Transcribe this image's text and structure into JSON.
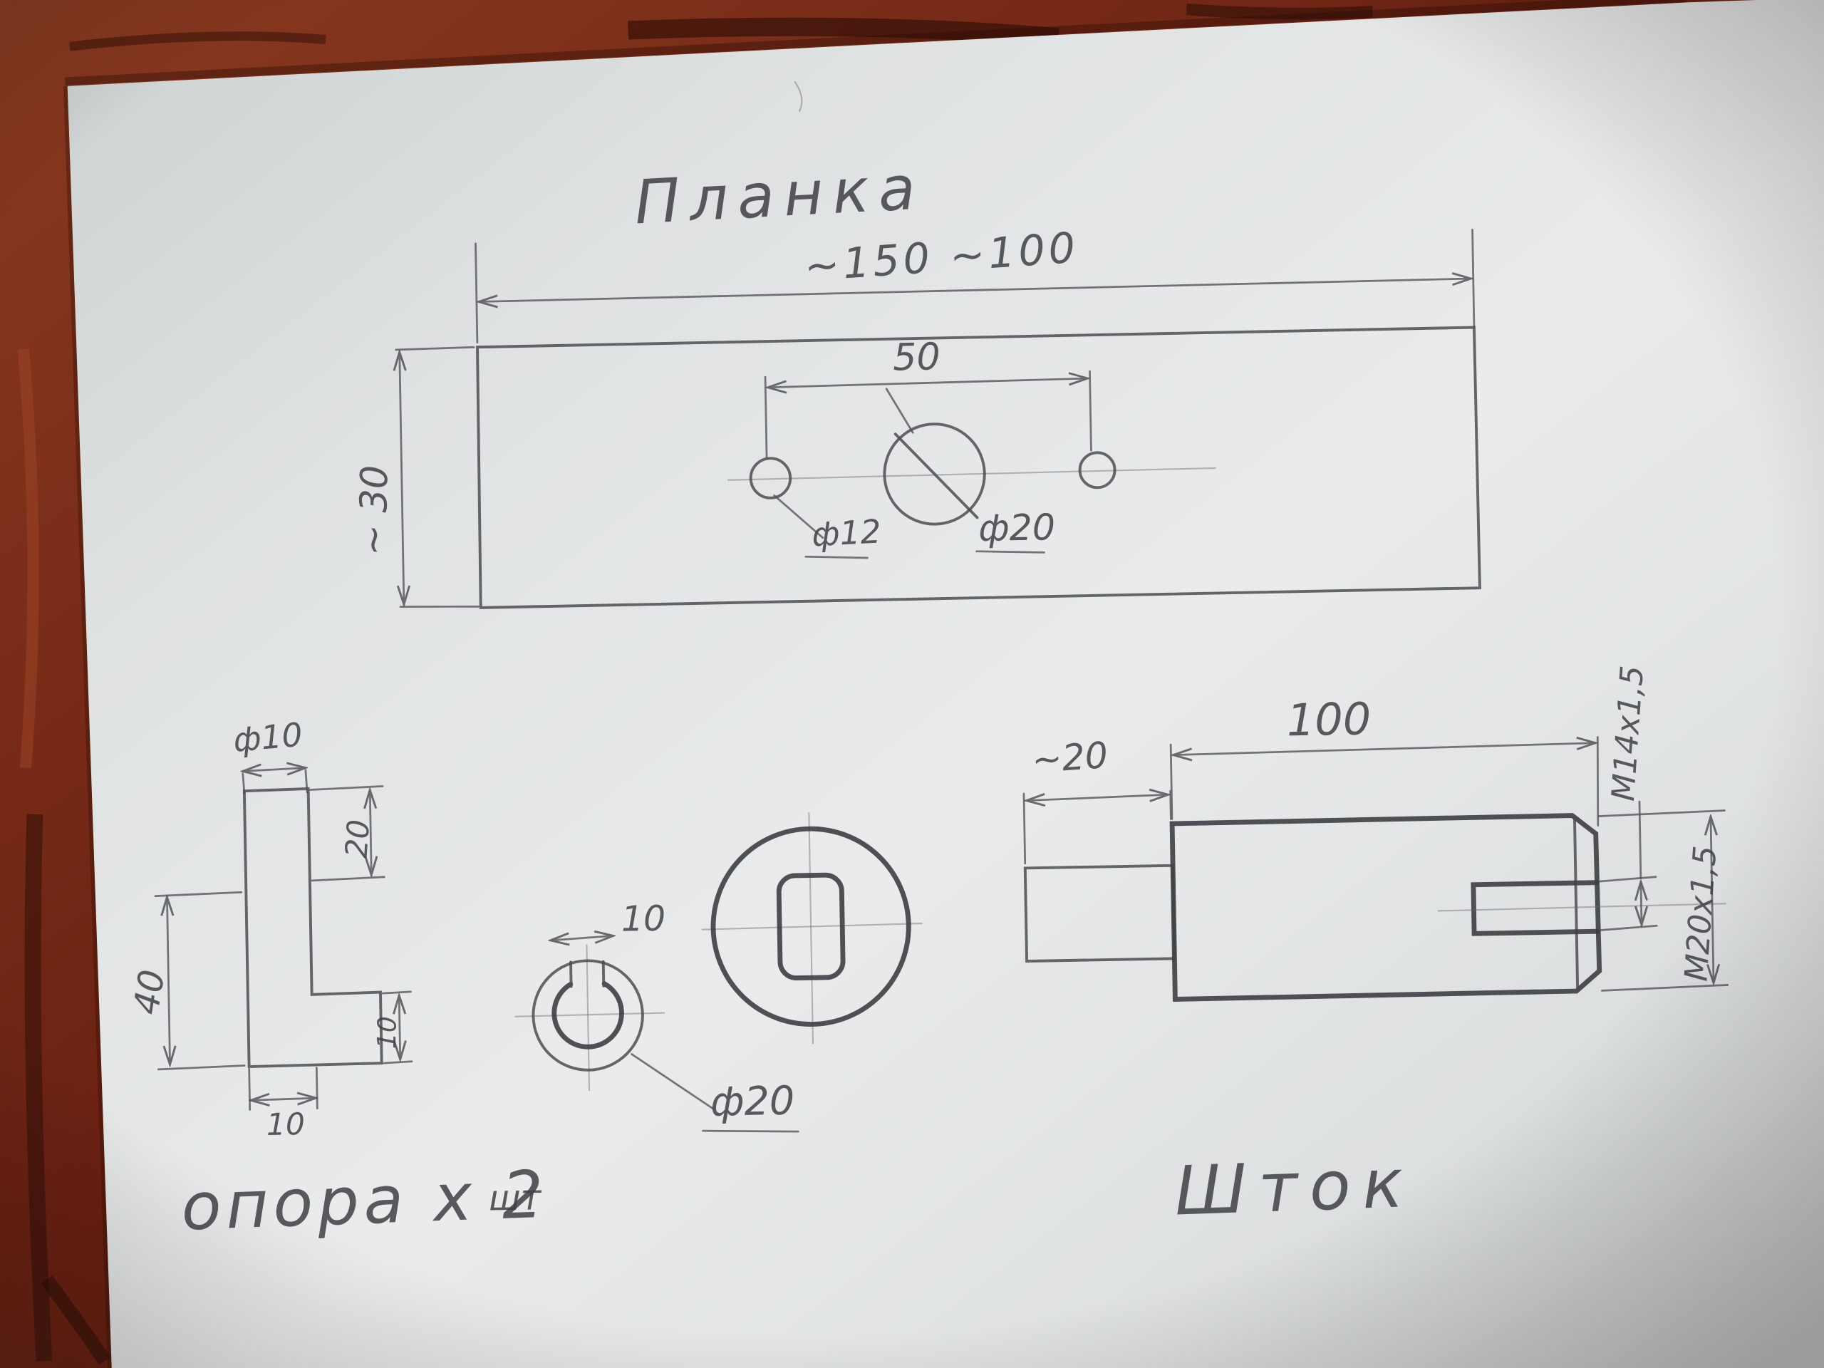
{
  "planka": {
    "title": "Планка",
    "dim_length": "~150 ~100",
    "dim_height": "~ 30",
    "dim_span": "50",
    "hole_small": "ф12",
    "hole_big": "ф20"
  },
  "opora": {
    "title": "опора x 2",
    "title_suffix": "шт",
    "dim_diameter": "ф10",
    "dim_top_height": "20",
    "dim_body_height": "40",
    "dim_step_height": "10",
    "dim_step_width": "10"
  },
  "section_view": {
    "dim_slot": "10",
    "dim_diameter": "ф20"
  },
  "shtok": {
    "title": "Шток",
    "dim_shank_length": "~20",
    "dim_body_length": "100",
    "thread_small": "M14x1,5",
    "thread_large": "M20x1,5"
  },
  "colors": {
    "pencil": "#4c4c52",
    "paper": "#e7e9e9",
    "wood": "#6e2314"
  }
}
